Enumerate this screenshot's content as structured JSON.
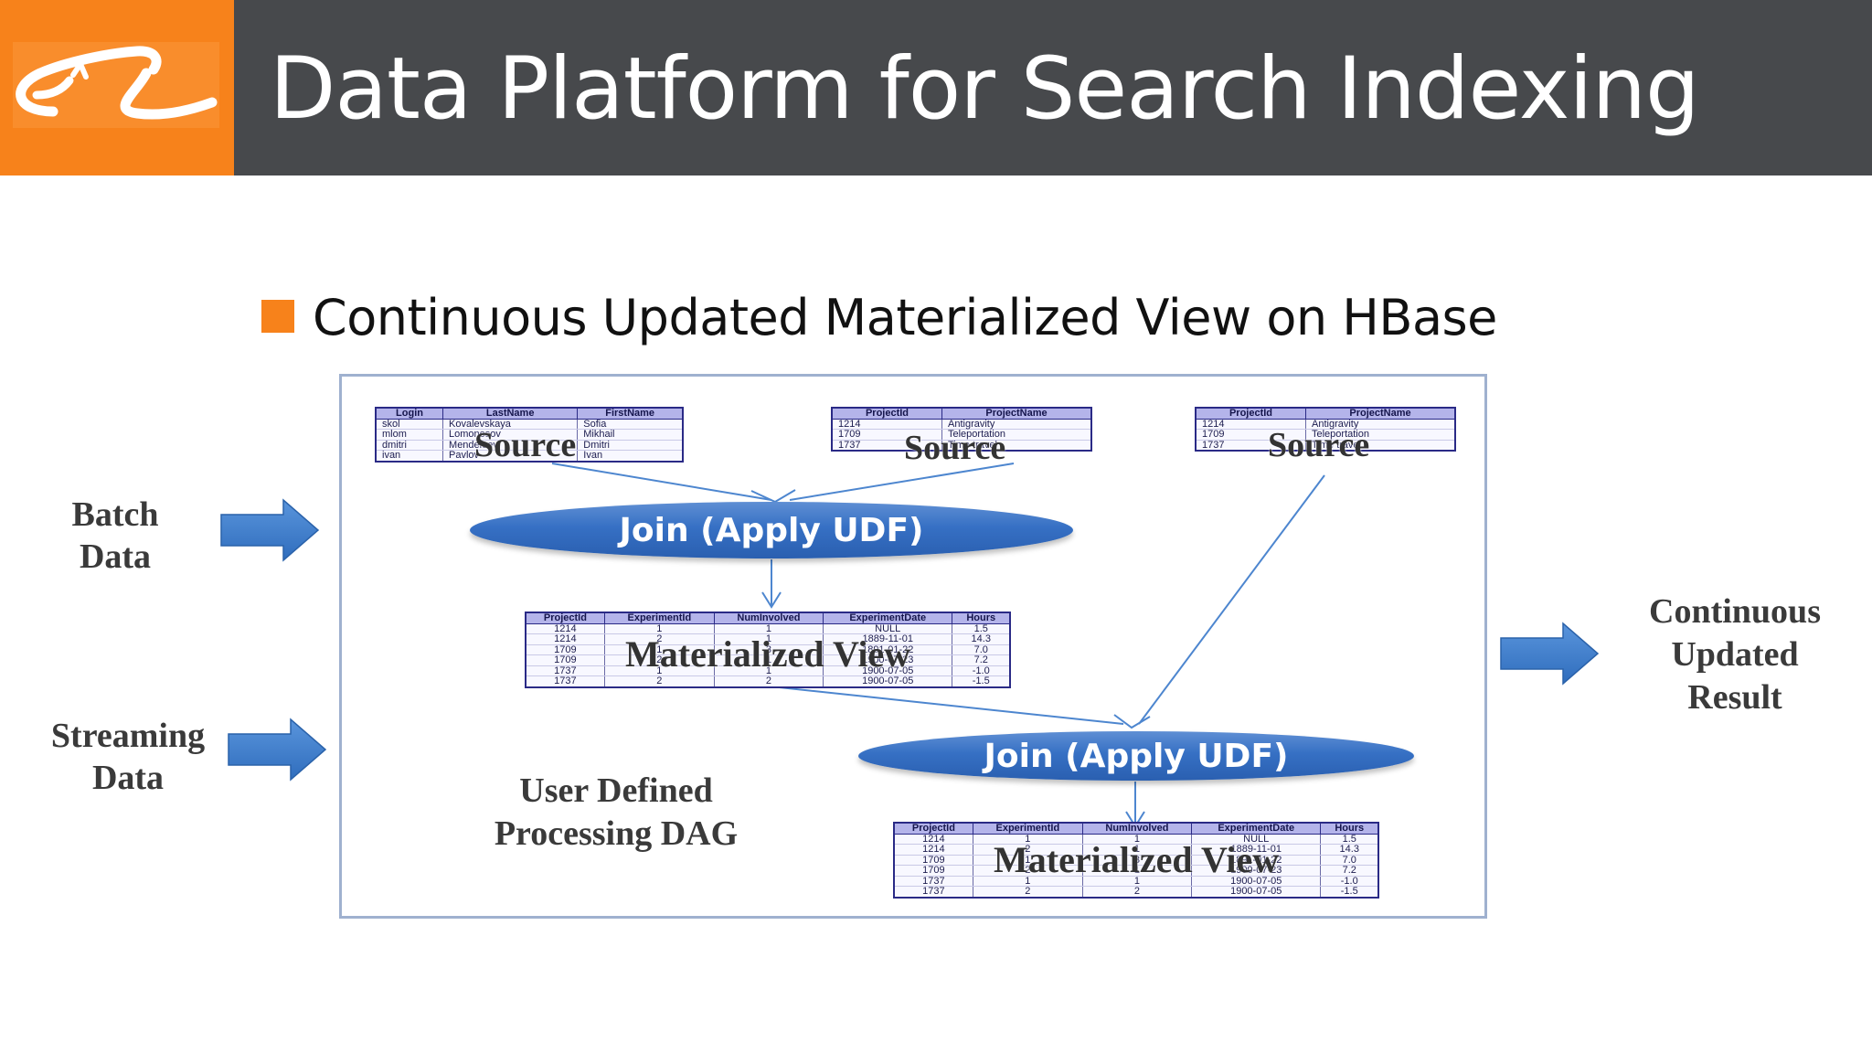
{
  "header": {
    "title": "Data Platform for Search Indexing",
    "bg_color": "#47494c",
    "logo_color": "#f7821b",
    "logo_icon": "alibaba-logo-icon"
  },
  "subtitle": "Continuous Updated Materialized View on HBase",
  "inputs": {
    "batch": [
      "Batch",
      "Data"
    ],
    "streaming": [
      "Streaming",
      "Data"
    ]
  },
  "output": [
    "Continuous",
    "Updated",
    "Result"
  ],
  "dag": {
    "label": [
      "User Defined",
      "Processing DAG"
    ],
    "join_label": "Join (Apply UDF)",
    "source_label": "Source",
    "mv_label": "Materialized View",
    "source_person_table": {
      "headers": [
        "Login",
        "LastName",
        "FirstName"
      ],
      "rows": [
        [
          "skol",
          "Kovalevskaya",
          "Sofia"
        ],
        [
          "mlom",
          "Lomonosov",
          "Mikhail"
        ],
        [
          "dmitri",
          "Mendeleev",
          "Dmitri"
        ],
        [
          "ivan",
          "Pavlov",
          "Ivan"
        ]
      ]
    },
    "source_project_table": {
      "headers": [
        "ProjectId",
        "ProjectName"
      ],
      "rows": [
        [
          "1214",
          "Antigravity"
        ],
        [
          "1709",
          "Teleportation"
        ],
        [
          "1737",
          "Time travel"
        ]
      ]
    },
    "mv_table": {
      "headers": [
        "ProjectId",
        "ExperimentId",
        "NumInvolved",
        "ExperimentDate",
        "Hours"
      ],
      "rows": [
        [
          "1214",
          "1",
          "1",
          "NULL",
          "1.5"
        ],
        [
          "1214",
          "2",
          "1",
          "1889-11-01",
          "14.3"
        ],
        [
          "1709",
          "1",
          "3",
          "1891-01-22",
          "7.0"
        ],
        [
          "1709",
          "2",
          "1",
          "1900-07-23",
          "7.2"
        ],
        [
          "1737",
          "1",
          "1",
          "1900-07-05",
          "-1.0"
        ],
        [
          "1737",
          "2",
          "2",
          "1900-07-05",
          "-1.5"
        ]
      ]
    }
  },
  "colors": {
    "accent": "#f7821b",
    "join_node": "#3670c4",
    "arrow": "#3f7fcc",
    "table_header": "#b4b4ea"
  }
}
